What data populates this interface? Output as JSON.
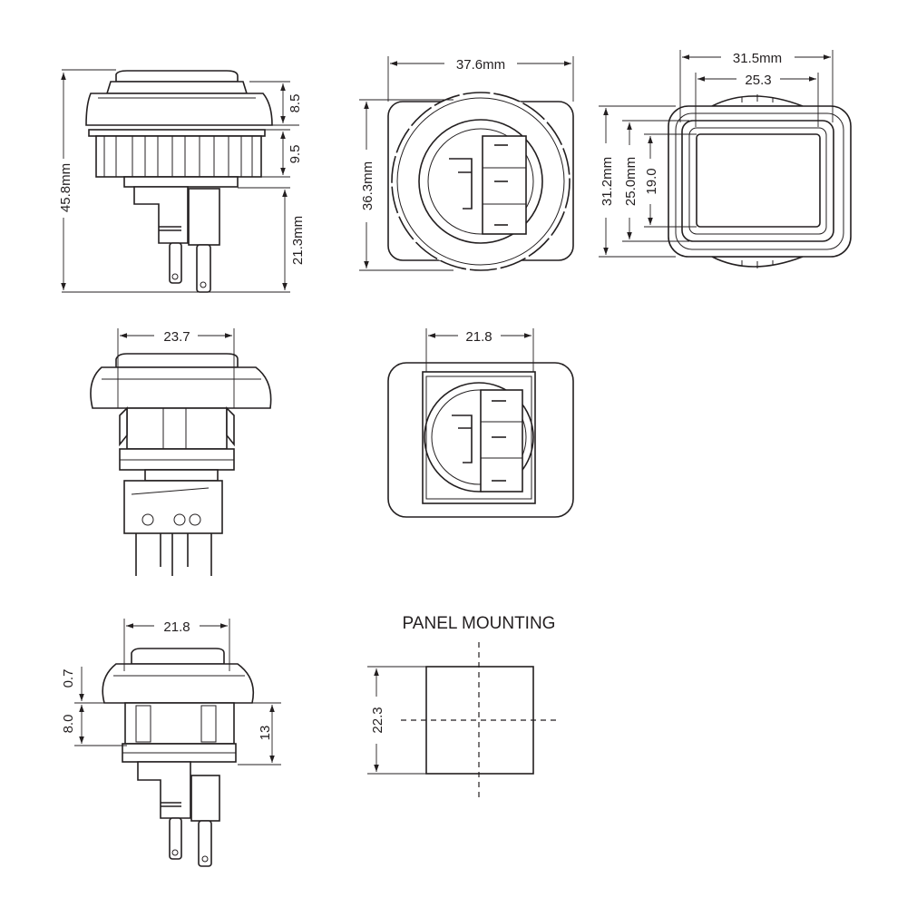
{
  "side_view": {
    "total_height": "45.8mm",
    "cap_height": "8.5",
    "body_height": "9.5",
    "terminal_length": "21.3mm"
  },
  "top_view": {
    "width": "37.6mm",
    "height": "36.3mm"
  },
  "front_view": {
    "outer_width": "31.5mm",
    "inner_width": "25.3",
    "outer_height": "31.2mm",
    "mid_height": "25.0mm",
    "inner_height": "19.0"
  },
  "side_view_2": {
    "width": "23.7"
  },
  "top_view_2": {
    "width": "21.8"
  },
  "side_view_3": {
    "width": "21.8",
    "gap": "0.7",
    "thickness": "8.0",
    "depth": "13"
  },
  "panel_mounting": {
    "title": "PANEL MOUNTING",
    "cutout_size": "22.3"
  }
}
